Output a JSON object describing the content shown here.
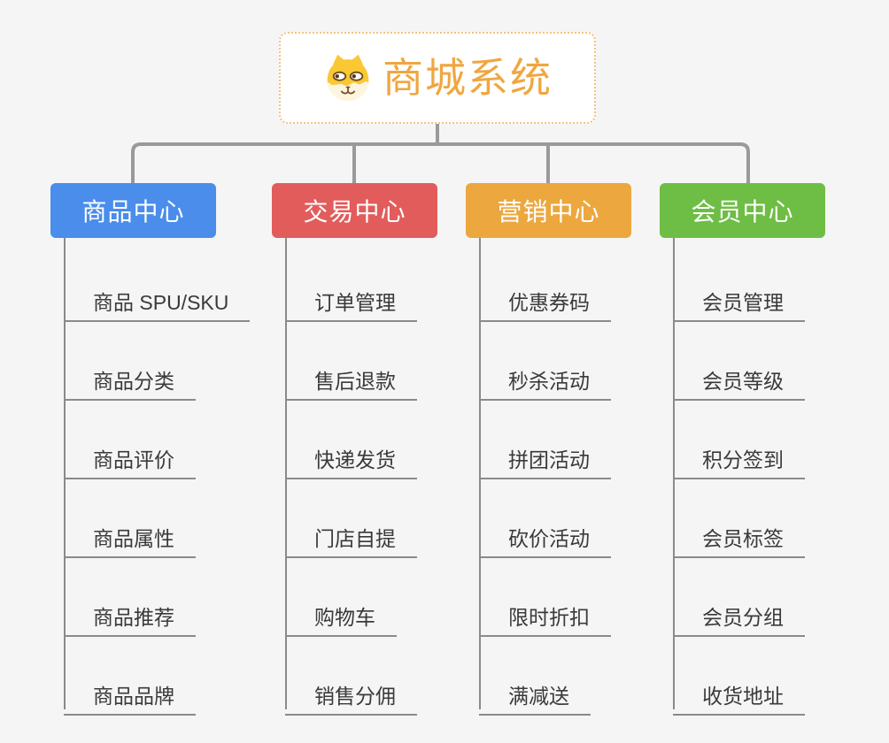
{
  "canvas": {
    "background": "#F5F5F5",
    "connector_color": "#9A9A9A",
    "branch_line_color": "#8A8A8A"
  },
  "root": {
    "title": "商城系统",
    "icon": "dog-face-icon",
    "text_color": "#F0A640",
    "border_color": "#F4C27A"
  },
  "branches": [
    {
      "label": "商品中心",
      "color": "#4A8DEB",
      "children": [
        "商品 SPU/SKU",
        "商品分类",
        "商品评价",
        "商品属性",
        "商品推荐",
        "商品品牌"
      ]
    },
    {
      "label": "交易中心",
      "color": "#E25C5C",
      "children": [
        "订单管理",
        "售后退款",
        "快递发货",
        "门店自提",
        "购物车",
        "销售分佣"
      ]
    },
    {
      "label": "营销中心",
      "color": "#ECA73E",
      "children": [
        "优惠券码",
        "秒杀活动",
        "拼团活动",
        "砍价活动",
        "限时折扣",
        "满减送"
      ]
    },
    {
      "label": "会员中心",
      "color": "#6EBE45",
      "children": [
        "会员管理",
        "会员等级",
        "积分签到",
        "会员标签",
        "会员分组",
        "收货地址"
      ]
    }
  ]
}
